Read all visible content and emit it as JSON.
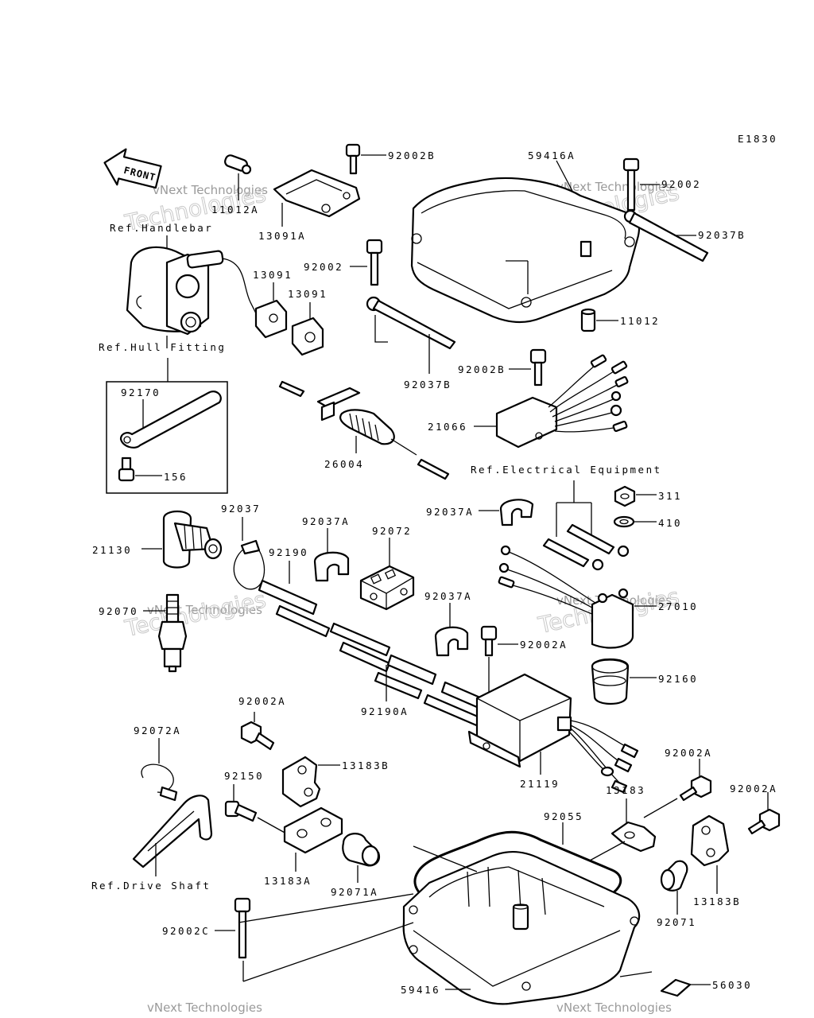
{
  "diagram_code": "E1830",
  "front_arrow_text": "FRONT",
  "watermark": {
    "line1": "vNext Technologies",
    "line2": "Technologies"
  },
  "refs": {
    "handlebar": "Ref.Handlebar",
    "hull_fitting": "Ref.Hull Fitting",
    "electrical_equipment": "Ref.Electrical Equipment",
    "drive_shaft": "Ref.Drive Shaft"
  },
  "parts": {
    "p11012A": "11012A",
    "p13091A": "13091A",
    "p92002B_top": "92002B",
    "p59416A": "59416A",
    "p92002_top": "92002",
    "p92037B_right": "92037B",
    "p13091_a": "13091",
    "p13091_b": "13091",
    "p92002_mid": "92002",
    "p11012": "11012",
    "p92037B_mid": "92037B",
    "p92002B_mid": "92002B",
    "p92170": "92170",
    "p156": "156",
    "p21066": "21066",
    "p26004": "26004",
    "p311": "311",
    "p92037": "92037",
    "p92037A_top": "92037A",
    "p92037A_mid": "92037A",
    "p92072": "92072",
    "p410": "410",
    "p21130": "21130",
    "p92190": "92190",
    "p92070": "92070",
    "p27010": "27010",
    "p92037A_low": "92037A",
    "p92002A_mid": "92002A",
    "p92160": "92160",
    "p92190A": "92190A",
    "p92002A_left": "92002A",
    "p92072A": "92072A",
    "p13183B_top": "13183B",
    "p21119": "21119",
    "p92150": "92150",
    "p92002A_right1": "92002A",
    "p13183": "13183",
    "p92002A_right2": "92002A",
    "p92055": "92055",
    "p13183A": "13183A",
    "p92071A": "92071A",
    "p13183B_bot": "13183B",
    "p92071": "92071",
    "p92002C": "92002C",
    "p56030": "56030",
    "p59416": "59416"
  }
}
